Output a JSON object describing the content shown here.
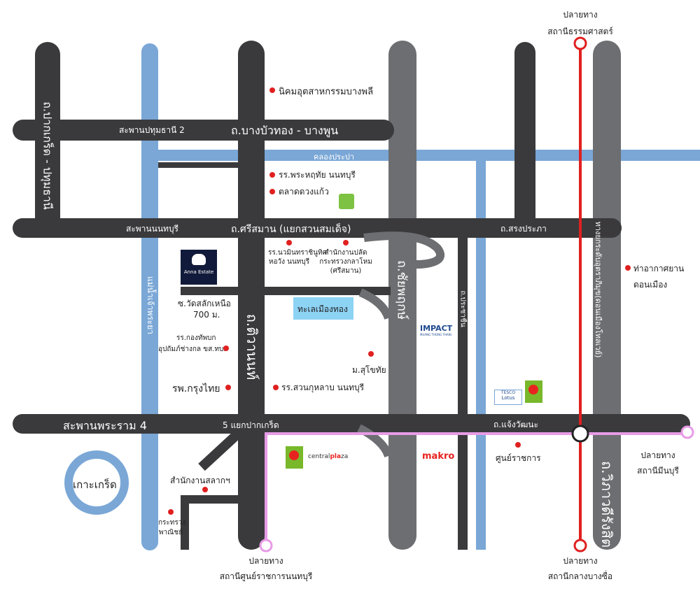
{
  "roads": {
    "top_bangbuathong_label": "ถ.บางบัวทอง - บางพูน",
    "top_bridge_label": "สะพานปทุมธานี 2",
    "sriseman_label": "ถ.ศรีสมาน (แยกสวนสมเด็จ)",
    "sriseman_bridge_label": "สะพานนนทบุรี",
    "songprapa_label": "ถ.สรงประภา",
    "rama4_bridge_label": "สะพานพระราม 4",
    "pakkret_junction_label": "5 แยกปากเกร็ด",
    "chaengwattana_label": "ถ.แจ้งวัฒนะ",
    "left_vertical_label": "ถ.ปากเกร็ด - ปทุมธานี",
    "tiwanon_label": "ถ.ติวานนท์",
    "prachachuen_label": "ถ.ประชาชื่น",
    "vibhavadi_label": "ถ.วิภาวดีรังสิต",
    "chaloem_label": "ทางยกระดับอุตราภิมุข(ดอนเมืองโทลเวย์)",
    "chaloem_road_label": "ถ.ชัยพฤกษ์",
    "canal_label": "คลองประปา",
    "river_label": "แม่น้ำเจ้าพระยา"
  },
  "places": {
    "industrial": "นิคมอุตสาหกรรมบางพลี",
    "school_phrahathai": "รร.พระหฤทัย นนทบุรี",
    "market_duangkaew": "ตลาดดวงแก้ว",
    "school_nawamin_1": "รร.นวมินทราชินูทิศ",
    "school_nawamin_2": "หอวัง นนทบุรี",
    "defense_1": "สำนักงานปลัด",
    "defense_2": "กระทรวงกลาโหม",
    "defense_3": "(ศรีสมาน)",
    "soi_1": "ซ.วัดสลักเหนือ",
    "soi_2": "700 ม.",
    "lake": "ทะเลเมืองทอง",
    "engineer_1": "รร.กองทัพบก",
    "engineer_2": "อุปถัมภ์ช่างกล ขส.ทบ.",
    "sukhothai": "ม.สุโขทัย",
    "hospital": "รพ.กรุงไทย",
    "suankularb": "รร.สวนกุหลาบ นนทบุรี",
    "lottery": "สำนักงานสลากฯ",
    "commerce_1": "กระทรวง",
    "commerce_2": "พาณิชย์",
    "government": "ศูนย์ราชการ",
    "airport_1": "ท่าอากาศยาน",
    "airport_2": "ดอนเมือง",
    "island": "เกาะเกร็ด"
  },
  "brands": {
    "anna_estate": "Anna Estate",
    "impact": "IMPACT",
    "impact_sub": "MUANG THONG THANI",
    "makro": "makro",
    "bigc": "Big C",
    "tesco_1": "TESCO",
    "tesco_2": "Lotus",
    "central_1": "central",
    "central_2": "pla",
    "central_3": "za"
  },
  "stations": {
    "red_top_1": "ปลายทาง",
    "red_top_2": "สถานีธรรมศาสตร์",
    "red_bottom_1": "ปลายทาง",
    "red_bottom_2": "สถานีกลางบางซื่อ",
    "pink_right_1": "ปลายทาง",
    "pink_right_2": "สถานีมีนบุรี",
    "pink_bottom_1": "ปลายทาง",
    "pink_bottom_2": "สถานีศูนย์ราชการนนทบุรี"
  },
  "colors": {
    "road_dark": "#3a3a3c",
    "road_gray": "#6d6e71",
    "canal": "#7aa7d6",
    "red_line": "#e02020",
    "pink_line": "#e79be6",
    "lake": "#8dd3f4",
    "bigc_green": "#78b82a",
    "bigc_red": "#e8231f"
  }
}
